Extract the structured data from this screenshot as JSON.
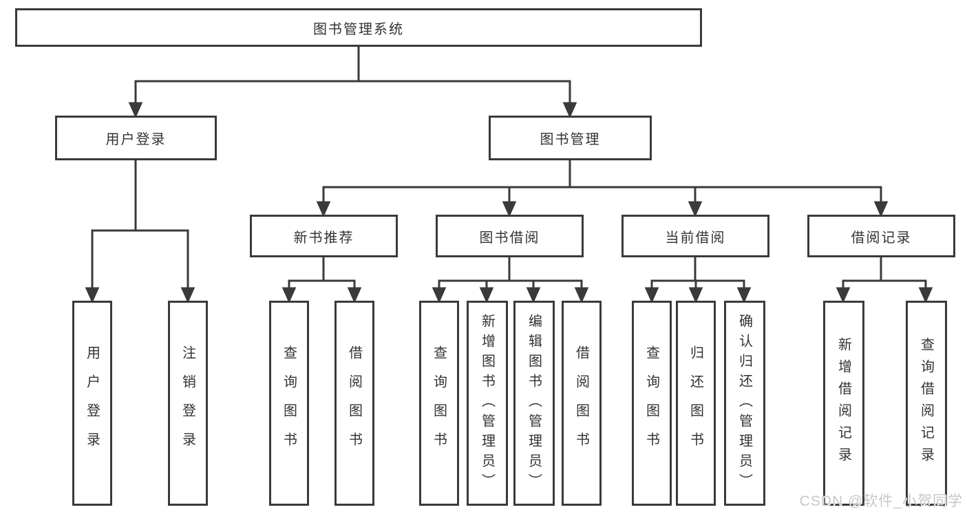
{
  "diagram": {
    "root": {
      "label": "图书管理系统"
    },
    "level2": [
      {
        "label": "用户登录"
      },
      {
        "label": "图书管理"
      }
    ],
    "level3": [
      {
        "label": "新书推荐"
      },
      {
        "label": "图书借阅"
      },
      {
        "label": "当前借阅"
      },
      {
        "label": "借阅记录"
      }
    ],
    "leaves": {
      "user_login": [
        {
          "label": "用户登录"
        },
        {
          "label": "注销登录"
        }
      ],
      "new_book_recommend": [
        {
          "label": "查询图书"
        },
        {
          "label": "借阅图书"
        }
      ],
      "book_borrow": [
        {
          "label": "查询图书"
        },
        {
          "label": "新增图书（管理员）"
        },
        {
          "label": "编辑图书（管理员）"
        },
        {
          "label": "借阅图书"
        }
      ],
      "current_borrow": [
        {
          "label": "查询图书"
        },
        {
          "label": "归还图书"
        },
        {
          "label": "确认归还（管理员）"
        }
      ],
      "borrow_records": [
        {
          "label": "新增借阅记录"
        },
        {
          "label": "查询借阅记录"
        }
      ]
    },
    "watermark": "CSDN @软件_小贺同学",
    "colors": {
      "line": "#3a3a3a",
      "text": "#333333",
      "background": "#ffffff",
      "watermark": "#c7c7c7"
    }
  }
}
